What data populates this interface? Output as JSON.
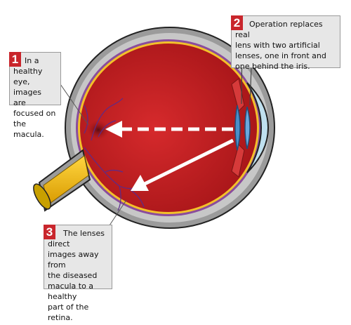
{
  "callouts": [
    {
      "number": "1",
      "text": "In a healthy\neye, images\nare focused on\nthe macula."
    },
    {
      "number": "2",
      "text": "Operation replaces real\nlens with two artificial\nlenses, one in front and\none behind the iris."
    },
    {
      "number": "3",
      "text": "The lenses direct\nimages away from\nthe diseased\nmacula to a healthy\npart of the retina."
    }
  ],
  "colors": {
    "badge": "#c9262c",
    "callout_bg": "#e7e7e7",
    "sclera": "#b9b9b9",
    "vitreous": "#c41e22",
    "lens": "#4a8fc9",
    "cornea": "#bfe0ef",
    "optic_nerve": "#f2b600",
    "arrow": "#ffffff"
  }
}
